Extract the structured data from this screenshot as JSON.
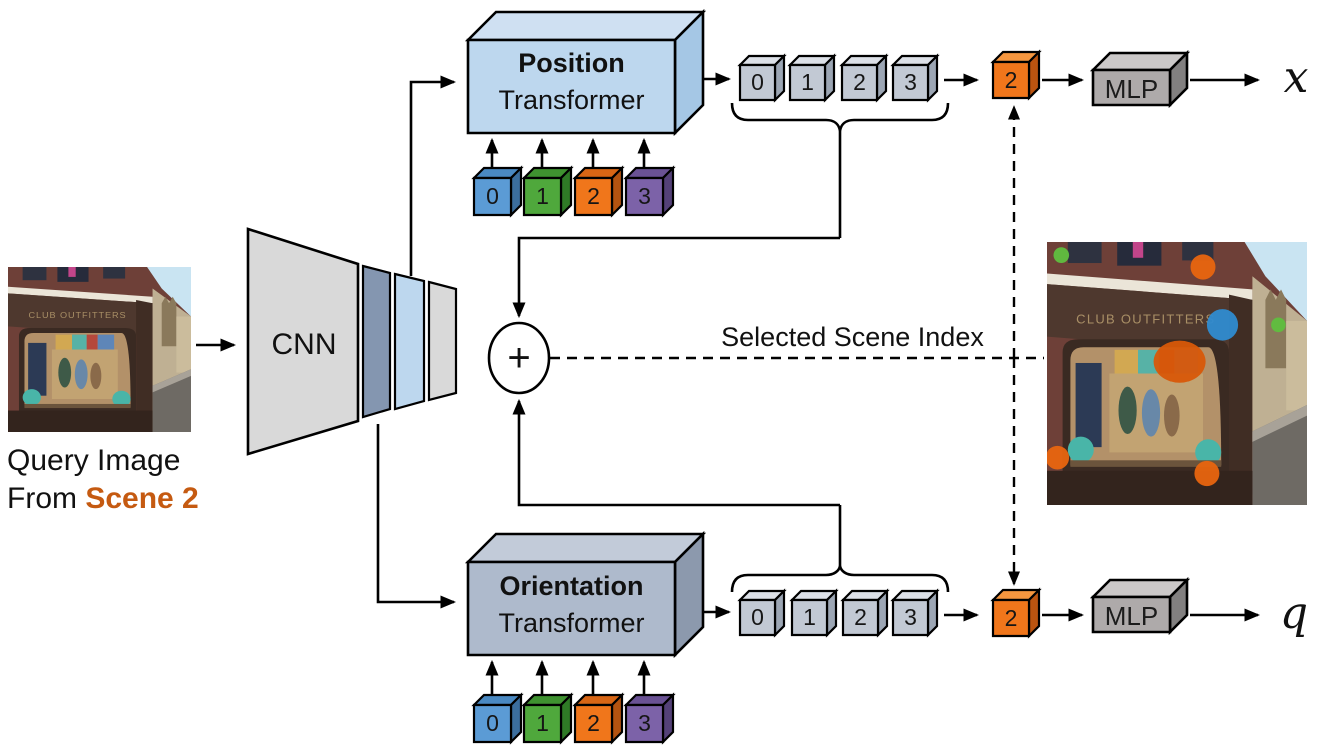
{
  "figure_type": "architecture-diagram",
  "query_image": {
    "caption_line1": "Query Image",
    "caption_line2_prefix": "From ",
    "caption_line2_highlight": "Scene 2",
    "sign_text": "CLUB OUTFITTERS"
  },
  "attention_image": {
    "sign_text": "CLUB OUTFITTERS",
    "attention_points": [
      {
        "color": "green",
        "position": "top-left"
      },
      {
        "color": "orange",
        "position": "top-center"
      },
      {
        "color": "blue",
        "position": "center-right"
      },
      {
        "color": "green",
        "position": "right-edge"
      },
      {
        "color": "orange",
        "position": "center"
      },
      {
        "color": "orange",
        "position": "bottom-left"
      },
      {
        "color": "orange",
        "position": "bottom-center"
      }
    ]
  },
  "cnn": {
    "label": "CNN"
  },
  "position_branch": {
    "title": "Position",
    "subtitle": "Transformer",
    "query_tokens": [
      "0",
      "1",
      "2",
      "3"
    ],
    "output_tokens": [
      "0",
      "1",
      "2",
      "3"
    ],
    "selected_index": "2",
    "mlp": "MLP",
    "output_symbol": "x"
  },
  "orientation_branch": {
    "title": "Orientation",
    "subtitle": "Transformer",
    "query_tokens": [
      "0",
      "1",
      "2",
      "3"
    ],
    "output_tokens": [
      "0",
      "1",
      "2",
      "3"
    ],
    "selected_index": "2",
    "mlp": "MLP",
    "output_symbol": "q"
  },
  "selector": {
    "plus_symbol": "+",
    "dashed_label": "Selected Scene Index"
  },
  "palette": {
    "accent_text_orange": "#C55A11",
    "position_box": {
      "front": "#BDD7EE",
      "top": "#CFE0F2",
      "side": "#A5C7E5"
    },
    "orientation_box": {
      "front": "#AEBACC",
      "top": "#C2CBD9",
      "side": "#8C99AD"
    },
    "mlp_box": {
      "front": "#AEAAAA",
      "top": "#CBC8C8",
      "side": "#828080"
    },
    "output_token_gray": {
      "front": "#C2C9D4",
      "top": "#DCE0E7",
      "side": "#9CA6B4"
    },
    "selected_token_orange": {
      "front": "#F0761B",
      "top": "#F5963F",
      "side": "#BB5410"
    },
    "query_token_blue": "#5B9BD5",
    "query_token_green": "#4FA83C",
    "query_token_orange": "#F0761B",
    "query_token_purple": "#7C62A8"
  }
}
